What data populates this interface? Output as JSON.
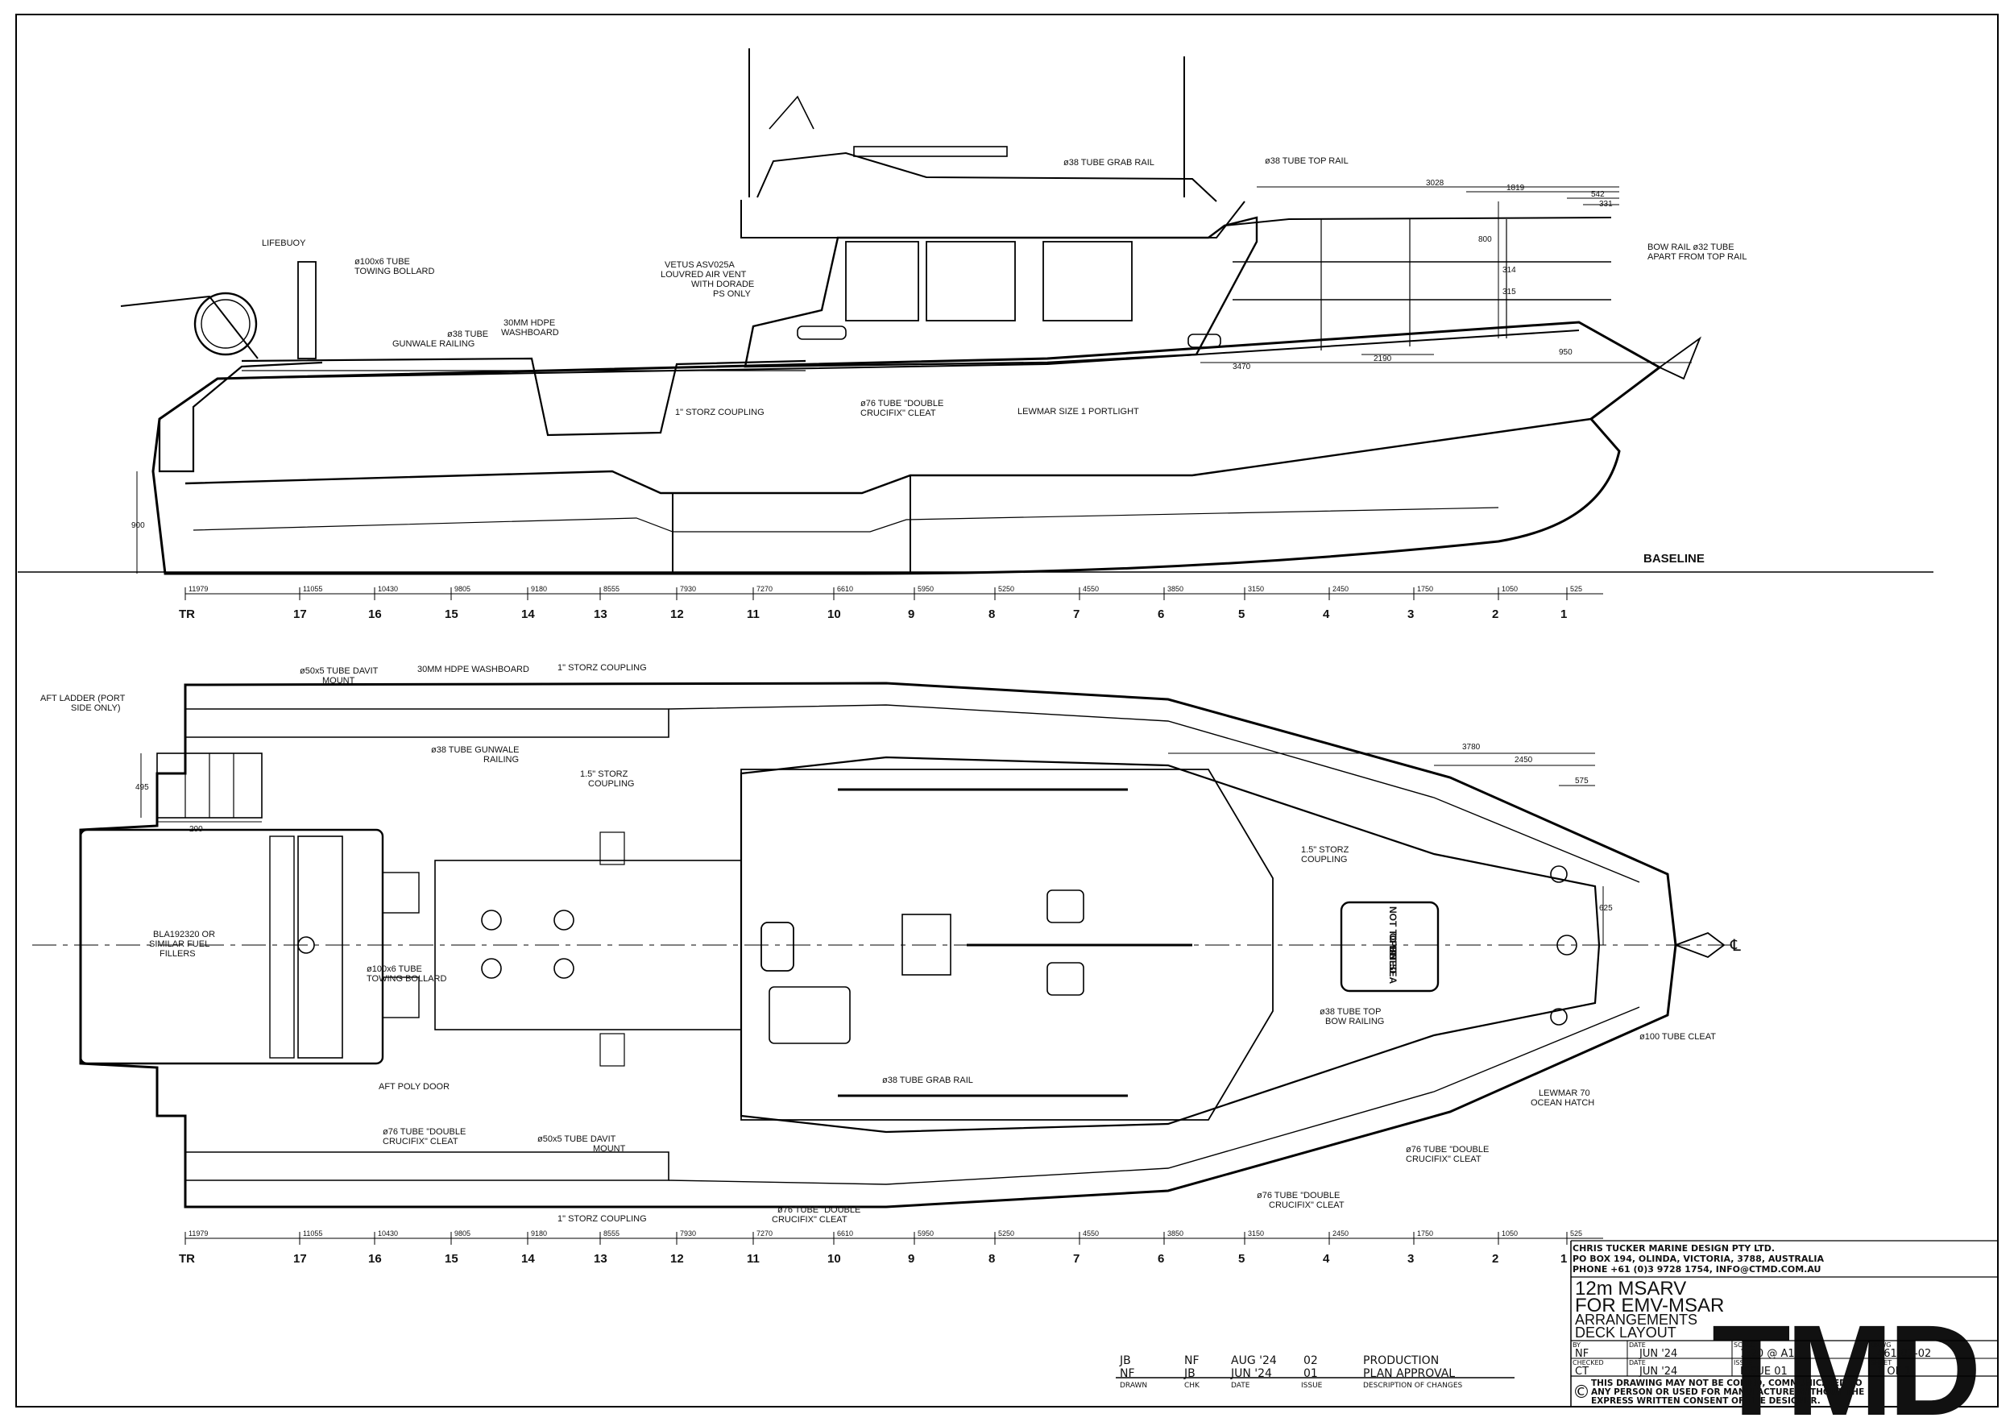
{
  "stations": {
    "dims": [
      "11979",
      "11055",
      "10430",
      "9805",
      "9180",
      "8555",
      "7930",
      "7270",
      "6610",
      "5950",
      "5250",
      "4550",
      "3850",
      "3150",
      "2450",
      "1750",
      "1050",
      "525"
    ],
    "labels": [
      "TR",
      "17",
      "16",
      "15",
      "14",
      "13",
      "12",
      "11",
      "10",
      "9",
      "8",
      "7",
      "6",
      "5",
      "4",
      "3",
      "2",
      "1"
    ]
  },
  "profile": {
    "baseline": "BASELINE",
    "labels": {
      "lifebuoy": "LIFEBUOY",
      "bollard_1": "ø100x6 TUBE",
      "bollard_2": "TOWING BOLLARD",
      "gunwale_1": "ø38 TUBE",
      "gunwale_2": "GUNWALE RAILING",
      "washboard_1": "30MM HDPE",
      "washboard_2": "WASHBOARD",
      "vent_1": "VETUS ASV025A",
      "vent_2": "LOUVRED AIR VENT",
      "vent_3": "WITH DORADE",
      "vent_4": "PS ONLY",
      "storz": "1\" STORZ COUPLING",
      "cleat_1": "ø76 TUBE \"DOUBLE",
      "cleat_2": "CRUCIFIX\" CLEAT",
      "grab": "ø38 TUBE GRAB RAIL",
      "toprail": "ø38 TUBE TOP RAIL",
      "bowrail_1": "BOW RAIL ø32 TUBE",
      "bowrail_2": "APART FROM TOP RAIL",
      "portlight": "LEWMAR SIZE 1 PORTLIGHT"
    },
    "dims": {
      "d3028": "3028",
      "d1819": "1819",
      "d542": "542",
      "d331": "331",
      "d800": "800",
      "d314": "314",
      "d315": "315",
      "d2190": "2190",
      "d950": "950",
      "d3470": "3470",
      "d900": "900"
    }
  },
  "plan": {
    "hatch_1": "NOT TO BE",
    "hatch_2": "OPENED",
    "hatch_3": "AT SEA",
    "labels": {
      "ladder_1": "AFT LADDER (PORT",
      "ladder_2": "SIDE ONLY)",
      "davit_1": "ø50x5 TUBE DAVIT",
      "davit_2": "MOUNT",
      "washboard": "30MM HDPE WASHBOARD",
      "storz_top": "1\" STORZ COUPLING",
      "gunwale_1": "ø38 TUBE GUNWALE",
      "gunwale_2": "RAILING",
      "storz15_1": "1.5\" STORZ",
      "storz15_2": "COUPLING",
      "fuel_1": "BLA192320 OR",
      "fuel_2": "SIMILAR FUEL",
      "fuel_3": "FILLERS",
      "bollard_1": "ø100x6 TUBE",
      "bollard_2": "TOWING BOLLARD",
      "polydoor": "AFT POLY DOOR",
      "cleat_1": "ø76 TUBE \"DOUBLE",
      "cleat_2": "CRUCIFIX\" CLEAT",
      "davit_bot": "ø50x5 TUBE DAVIT",
      "davit_bot_2": "MOUNT",
      "storz_bot": "1\" STORZ COUPLING",
      "cleat_bot_1": "ø76 TUBE \"DOUBLE",
      "cleat_bot_2": "CRUCIFIX\" CLEAT",
      "grab": "ø38 TUBE GRAB RAIL",
      "toprail_1": "ø38 TUBE TOP",
      "toprail_2": "BOW RAILING",
      "storz15b_1": "1.5\" STORZ",
      "storz15b_2": "COUPLING",
      "cleat100": "ø100 TUBE CLEAT",
      "hatch_1": "LEWMAR 70",
      "hatch_2": "OCEAN HATCH",
      "cleatr_1": "ø76 TUBE \"DOUBLE",
      "cleatr_2": "CRUCIFIX\" CLEAT",
      "cleatrb_1": "ø76 TUBE \"DOUBLE",
      "cleatrb_2": "CRUCIFIX\" CLEAT"
    },
    "dims": {
      "d3780": "3780",
      "d2450": "2450",
      "d575": "575",
      "d625": "625",
      "d495": "495",
      "d200": "200"
    },
    "cl": "℄"
  },
  "revisions": {
    "rows": [
      {
        "by": "JB",
        "chk": "NF",
        "date": "AUG '24",
        "iss": "02",
        "desc": "PRODUCTION"
      },
      {
        "by": "NF",
        "chk": "JB",
        "date": "JUN '24",
        "iss": "01",
        "desc": "PLAN APPROVAL"
      }
    ],
    "headers": {
      "drawn": "DRAWN",
      "chk": "CHK",
      "date": "DATE",
      "issue": "ISSUE",
      "desc": "DESCRIPTION OF CHANGES"
    }
  },
  "titleblock": {
    "company": "CHRIS TUCKER MARINE DESIGN PTY LTD.",
    "address": "PO BOX 194, OLINDA, VICTORIA, 3788, AUSTRALIA",
    "phone": "PHONE +61 (0)3 9728 1754, INFO@CTMD.COM.AU",
    "title_1": "12m MSARV",
    "title_2": "FOR EMV-MSAR",
    "subtitle_1": "ARRANGEMENTS",
    "subtitle_2": "DECK LAYOUT",
    "logo": "TMD",
    "fields": {
      "by_label": "BY",
      "by": "NF",
      "date_label": "DATE",
      "date": "JUN '24",
      "scale_label": "SCALE",
      "scale": "1:20 @ A1",
      "drwg_label": "DRWG",
      "drwg": "461-01-02",
      "checked_label": "CHECKED",
      "checked": "CT",
      "date2_label": "DATE",
      "date2": "JUN '24",
      "issue_label": "ISSUE",
      "issue": "ISSUE 01",
      "sheet_label": "SHEET",
      "sheet": "1 OF 1"
    },
    "copyright": "©",
    "notice_1": "THIS DRAWING MAY NOT BE COPIED, COMMUNICATED TO",
    "notice_2": "ANY PERSON OR USED FOR MANUFACTURE WITHOUT THE",
    "notice_3": "EXPRESS WRITTEN CONSENT OF THE DESIGNER."
  }
}
